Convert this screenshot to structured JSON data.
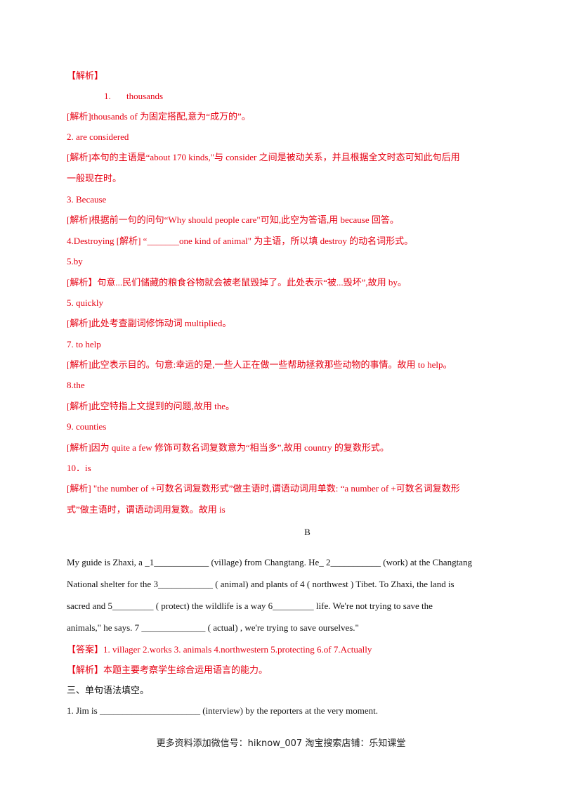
{
  "analysis_header": "【解析】",
  "items_a": [
    {
      "answer_num": "1.",
      "answer_word": "thousands",
      "analysis": " [解析]thousands of 为固定搭配,意为“成万的”。"
    },
    {
      "answer": "2. are considered",
      "analysis": "[解析]本句的主语是“about 170 kinds,\"与 consider  之间是被动关系，并且根据全文时态可知此句后用",
      "analysis_cont": "一般现在时。"
    },
    {
      "answer": "3. Because",
      "analysis": " [解析]根据前一句的问句“Why should people care\"可知,此空为答语,用 because 回答。"
    },
    {
      "answer": "4.Destroying [解析] “_______one kind of animal\"  为主语，所以填 destroy 的动名词形式。"
    },
    {
      "answer": "5.by",
      "analysis": "[解析】句意...民们储藏的粮食谷物就会被老鼠毁掉了。此处表示“被...毁坏”,故用 by。"
    },
    {
      "answer": "5. quickly",
      "analysis": "[解析]此处考查副词修饰动词 multiplied。"
    },
    {
      "answer": "7. to help",
      "analysis": "[解析]此空表示目的。句意:幸运的是,一些人正在做一些帮助拯救那些动物的事情。故用 to help。"
    },
    {
      "answer": "8.the",
      "analysis": " [解析]此空特指上文提到的问题,故用 the。"
    },
    {
      "answer": "9. counties",
      "analysis": "[解析]因为  quite a few 修饰可数名词复数意为“相当多”,故用 country 的复数形式。"
    },
    {
      "answer": "10．is",
      "analysis": "[解析] \"the number of +可数名词复数形式”做主语时,谓语动词用单数: “a number of +可数名词复数形",
      "analysis_cont": "式”做主语时，谓语动词用复数。故用 is"
    }
  ],
  "section_b": {
    "title": "B",
    "passage": [
      "My guide is Zhaxi, a _1____________ (village) from Changtang. He_ 2___________  (work) at the Changtang",
      "National shelter for the 3____________  ( animal) and plants of 4    ( northwest ) Tibet. To Zhaxi, the land is",
      "sacred and 5_________  ( protect)  the wildlife is a way    6_________     life. We're not trying to save   the",
      "animals,\" he says. 7  ______________  ( actual) , we're trying to  save ourselves.\""
    ],
    "answer": "【答案】1. villager    2.works    3.  animals     4.northwestern    5.protecting     6.of      7.Actually",
    "analysis": "【解析】本题主要考察学生综合运用语言的能力。"
  },
  "section_three": {
    "title": "三、单句语法填空。",
    "q1": "1. Jim is  ______________________  (interview) by the reporters at the very moment."
  },
  "footer": "更多资料添加微信号：hiknow_007   淘宝搜索店铺：乐知课堂"
}
